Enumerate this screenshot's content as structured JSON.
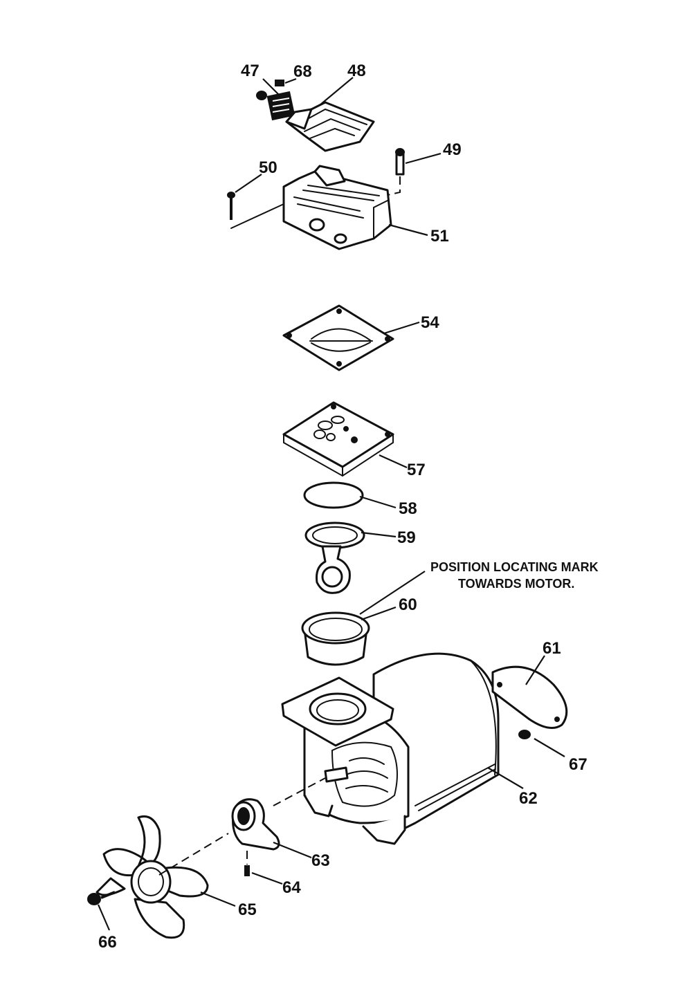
{
  "callouts": {
    "c47": "47",
    "c68": "68",
    "c48": "48",
    "c49": "49",
    "c50": "50",
    "c51": "51",
    "c54": "54",
    "c57": "57",
    "c58": "58",
    "c59": "59",
    "c60": "60",
    "c61": "61",
    "c62": "62",
    "c63": "63",
    "c64": "64",
    "c65": "65",
    "c66": "66",
    "c67": "67"
  },
  "note": {
    "line1": "POSITION LOCATING MARK",
    "line2": "TOWARDS MOTOR."
  }
}
